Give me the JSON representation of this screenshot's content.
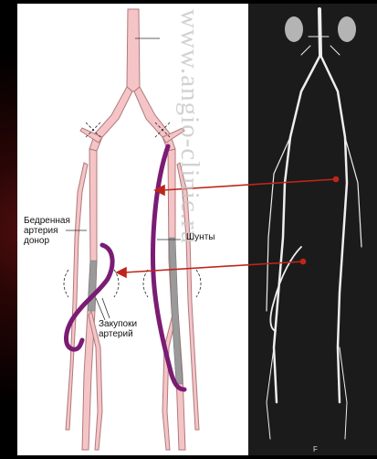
{
  "labels": {
    "femoral_donor": "Бедренная\nартерия\nдонор",
    "shunts": "Шунты",
    "occlusions": "Закупоки\nартерий"
  },
  "watermark": "www.angio-clinic.ru",
  "mri_label": "F",
  "colors": {
    "artery_fill": "#f4c4c6",
    "artery_stroke": "#b07a7c",
    "shunt": "#7b1c74",
    "arrow": "#c0251c",
    "occlusion": "#9a9a9a"
  }
}
